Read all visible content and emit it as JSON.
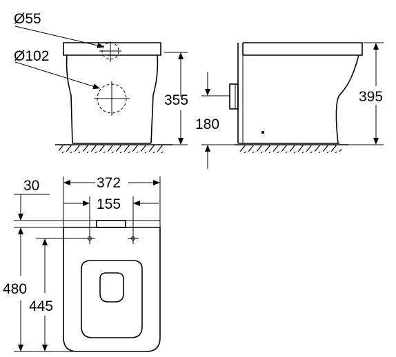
{
  "front_view": {
    "outlet_diameter": "Ø55",
    "inlet_diameter": "Ø102",
    "height": "355"
  },
  "side_view": {
    "inlet_height": "180",
    "total_height": "395"
  },
  "top_view": {
    "total_width": "372",
    "fixing_distance": "155",
    "offset": "30",
    "total_length": "480",
    "fixing_length": "445"
  }
}
